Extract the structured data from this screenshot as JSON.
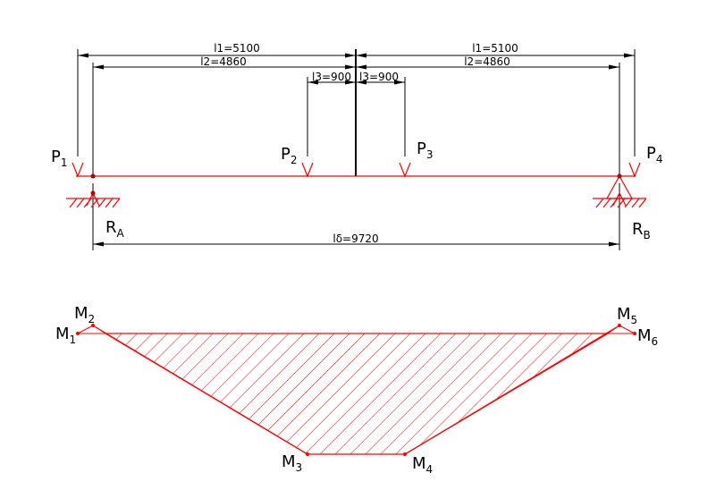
{
  "dimensions": {
    "l1_left": "l1=5100",
    "l1_right": "l1=5100",
    "l2_left": "l2=4860",
    "l2_right": "l2=4860",
    "l3_left": "l3=900",
    "l3_right": "l3=900",
    "l_span": "lδ=9720"
  },
  "loads": {
    "p1": {
      "main": "P",
      "sub": "1"
    },
    "p2": {
      "main": "P",
      "sub": "2"
    },
    "p3": {
      "main": "P",
      "sub": "3"
    },
    "p4": {
      "main": "P",
      "sub": "4"
    }
  },
  "reactions": {
    "ra": {
      "main": "R",
      "sub": "A"
    },
    "rb": {
      "main": "R",
      "sub": "B"
    }
  },
  "moments": {
    "m1": {
      "main": "M",
      "sub": "1"
    },
    "m2": {
      "main": "M",
      "sub": "2"
    },
    "m3": {
      "main": "M",
      "sub": "3"
    },
    "m4": {
      "main": "M",
      "sub": "4"
    },
    "m5": {
      "main": "M",
      "sub": "5"
    },
    "m6": {
      "main": "M",
      "sub": "6"
    }
  },
  "colors": {
    "load_line": "#ff0000",
    "dimension_line": "#000000"
  }
}
